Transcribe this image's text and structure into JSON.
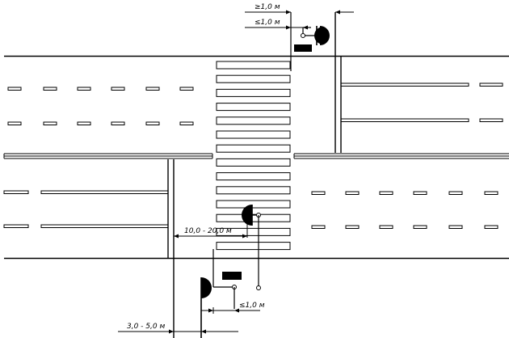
{
  "dimensions": {
    "top_min_offset": "≥1,0 м",
    "top_max_offset": "≤1,0 м",
    "middle_distance": "10,0 - 20,0 м",
    "bottom_max_offset": "≤1,0 м",
    "bottom_distance": "3,0 - 5,0 м"
  },
  "colors": {
    "ink": "#000000",
    "background": "#ffffff"
  },
  "icons": {
    "traffic_light": "semicircle-signal-icon",
    "sign": "rectangle-sign-icon"
  }
}
